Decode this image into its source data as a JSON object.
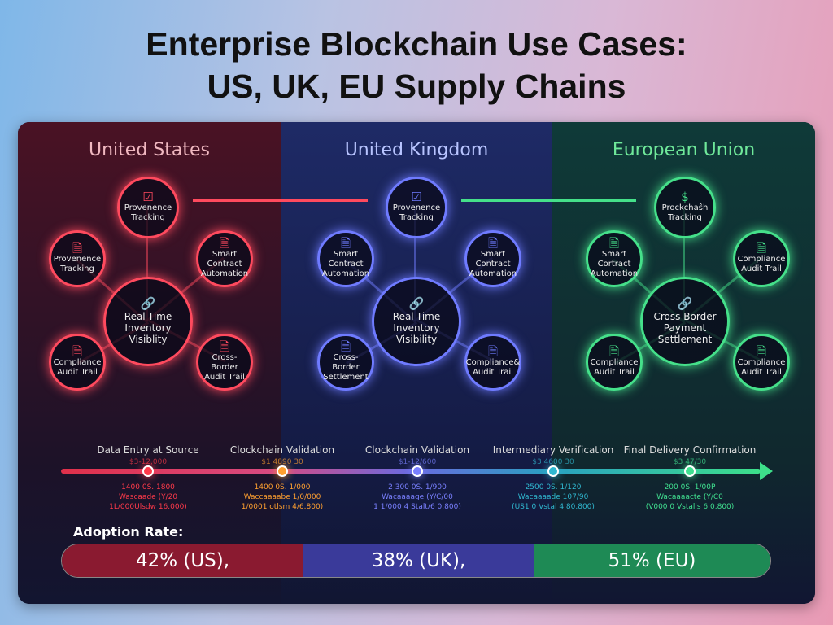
{
  "title": {
    "line1": "Enterprise Blockchain Use  Cases:",
    "line2": "US, UK, EU Supply Chains"
  },
  "colors": {
    "us": "#ff4a5e",
    "uk": "#6f7bff",
    "eu": "#45e08a"
  },
  "panels": [
    {
      "name": "United States",
      "color": "#f0b8c0",
      "accent": "#ff4a5e",
      "nodes": [
        {
          "label": "Provenence Tracking",
          "icon": "check-icon"
        },
        {
          "label": "Provenence Tracking",
          "icon": "document-icon"
        },
        {
          "label": "Smart Contract Automation",
          "icon": "document-icon"
        },
        {
          "label": "Real-Time Inventory Visiblity",
          "icon": "chain-link-icon"
        },
        {
          "label": "Compliance Audit Trail",
          "icon": "document-icon"
        },
        {
          "label": "Cross-Border Audit Trail",
          "icon": "document-icon"
        }
      ]
    },
    {
      "name": "United Kingdom",
      "color": "#b8c4ff",
      "accent": "#6f7bff",
      "nodes": [
        {
          "label": "Provenence Tracking",
          "icon": "check-icon"
        },
        {
          "label": "Smart Contract Automation",
          "icon": "document-icon"
        },
        {
          "label": "Smart Contract Automation",
          "icon": "document-icon"
        },
        {
          "label": "Real-Time Inventory Visibility",
          "icon": "chain-link-icon"
        },
        {
          "label": "Cross-Border Settlement",
          "icon": "document-icon"
        },
        {
          "label": "Compliance& Audit Trail",
          "icon": "document-icon"
        }
      ]
    },
    {
      "name": "European Union",
      "color": "#6fe89a",
      "accent": "#45e08a",
      "nodes": [
        {
          "label": "Prockchaŝh Tracking",
          "icon": "dollar-icon"
        },
        {
          "label": "Smart Cortract Automation",
          "icon": "document-icon"
        },
        {
          "label": "Compliance Audit Trail",
          "icon": "document-icon"
        },
        {
          "label": "Cross-Border Payment Settlement",
          "icon": "chain-link-icon"
        },
        {
          "label": "Compliance Audit Trail",
          "icon": "document-icon"
        },
        {
          "label": "Compliance Audit Trail",
          "icon": "document-icon"
        }
      ]
    }
  ],
  "timeline": [
    {
      "label": "Data Entry at Source",
      "sub": "$3-12,000",
      "lines": [
        "1400 0S. 1800",
        "Wascaade (Y/20",
        "1L/000Ulsdw 16.000)"
      ],
      "color": "#ff3a4a"
    },
    {
      "label": "Clockchain Validation",
      "sub": "$1 4890 30",
      "lines": [
        "1400 0S. 1/000",
        "Waccaaaabe 1/0/000",
        "1/0001 otlsm 4/6.800)"
      ],
      "color": "#ffa030"
    },
    {
      "label": "Clockchain Validation",
      "sub": "$1-12/600",
      "lines": [
        "2 300 0S. 1/900",
        "Wacaaaage (Y/C/00",
        "1 1/000 4 Stalt/6 0.800)"
      ],
      "color": "#7a80ff"
    },
    {
      "label": "Intermediary Verification",
      "sub": "$3 4600 30",
      "lines": [
        "2500 0S. 1/120",
        "Wacaaaade 107/90",
        "(US1 0 Vstal 4 80.800)"
      ],
      "color": "#30b8d0"
    },
    {
      "label": "Final Delivery Confirmation",
      "sub": "$3 47/30",
      "lines": [
        "200 0S. 1/00P",
        "Wacaaaacte (Y/C0",
        "(V000 0 Vstalls 6 0.800)"
      ],
      "color": "#40e090"
    }
  ],
  "adoption": {
    "label": "Adoption Rate:",
    "segments": [
      {
        "text": "42% (US),",
        "value": 42,
        "color": "#8a1a30"
      },
      {
        "text": "38% (UK),",
        "value": 38,
        "color": "#3a3a9a"
      },
      {
        "text": "51% (EU)",
        "value": 51,
        "color": "#1e8a55"
      }
    ]
  }
}
